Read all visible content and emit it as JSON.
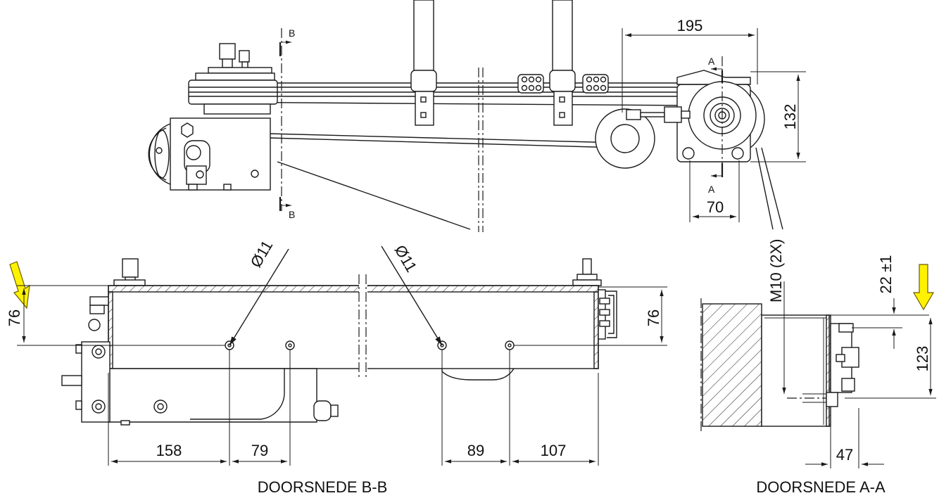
{
  "views": {
    "top": {
      "section_marker_b": "B",
      "section_marker_a": "A"
    },
    "section_bb": {
      "title": "DOORSNEDE B-B",
      "hole_label_left": "Ø11",
      "hole_label_right": "Ø11",
      "dims": {
        "left_height": "76",
        "right_height": "76",
        "d1": "158",
        "d2": "79",
        "d3": "89",
        "d4": "107"
      }
    },
    "section_aa": {
      "title": "DOORSNEDE A-A",
      "bolt_label": "M10 (2X)",
      "dims": {
        "top_offset": "22 ±1",
        "height": "123",
        "width": "47"
      }
    },
    "top_dims": {
      "width": "195",
      "height": "132",
      "bottom": "70"
    }
  },
  "colors": {
    "arrow_fill": "#FFF200",
    "arrow_stroke": "#6b5a00",
    "line": "#1a1a1a"
  }
}
